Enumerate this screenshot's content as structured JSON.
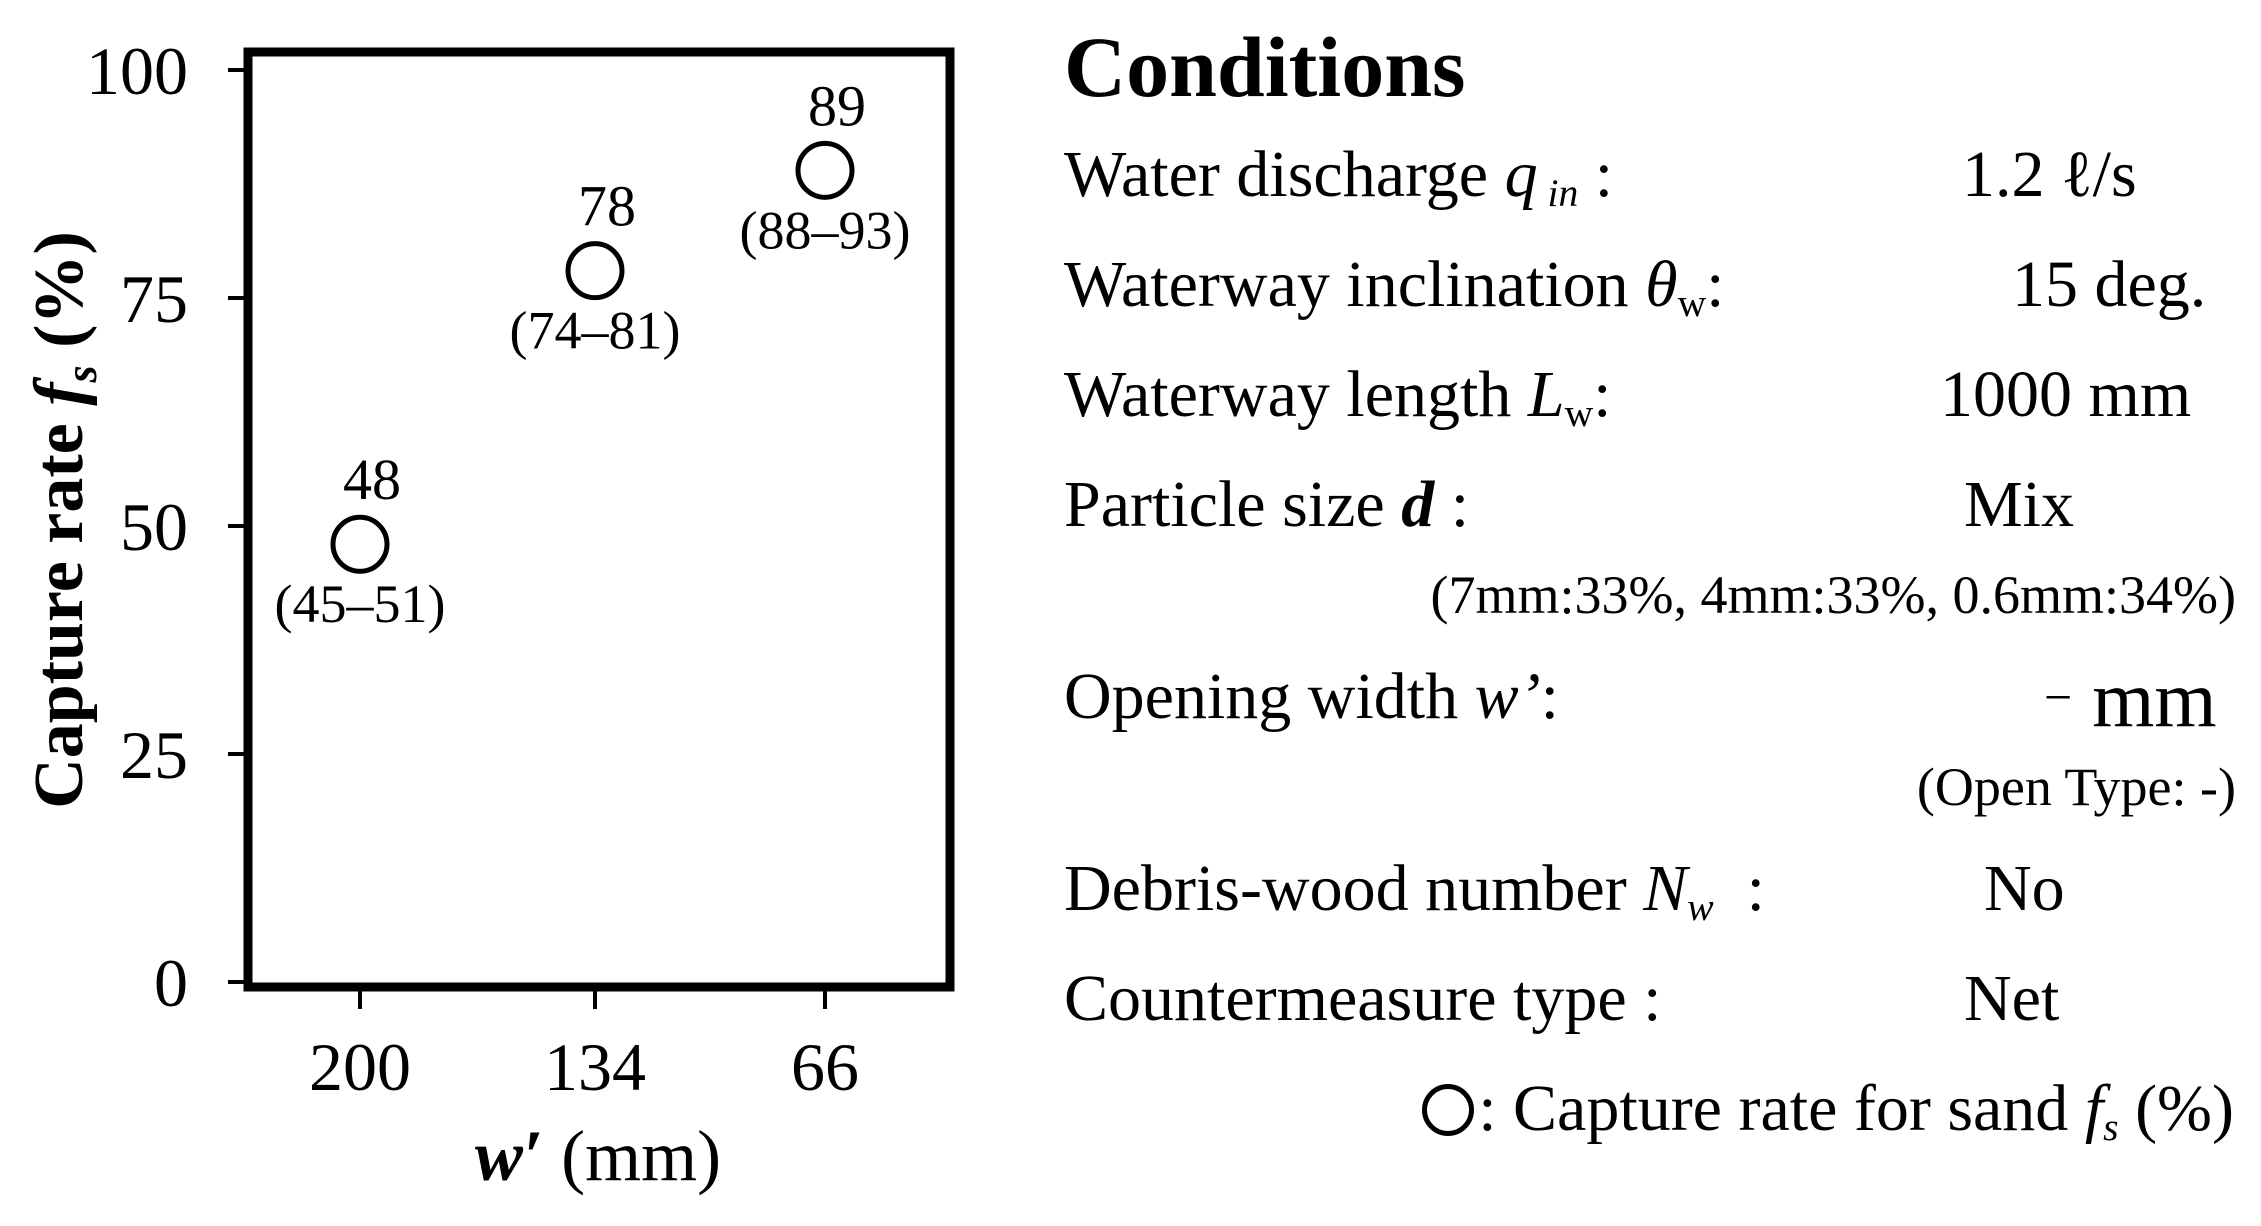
{
  "chart_data": {
    "type": "scatter",
    "categories": [
      "200",
      "134",
      "66"
    ],
    "values": [
      48,
      78,
      89
    ],
    "ranges": [
      "(45–51)",
      "(74–81)",
      "(88–93)"
    ],
    "y_ticks": [
      "0",
      "25",
      "50",
      "75",
      "100"
    ],
    "ylim": [
      0,
      100
    ],
    "ylabel": {
      "prefix": "Capture rate ",
      "var": "f",
      "sub": "s",
      "suffix": " (%)"
    },
    "xlabel": {
      "var": "w′",
      "suffix": " (mm)"
    },
    "grid": false
  },
  "conditions": {
    "title": "Conditions",
    "rows": [
      {
        "label": "Water discharge ",
        "var": "q",
        "sub": " in",
        "colon": " :",
        "value": "1.2 ℓ/s"
      },
      {
        "label": "Waterway inclination ",
        "var": "θ",
        "sub": "w",
        "colon": ":",
        "value": "15 deg."
      },
      {
        "label": "Waterway length ",
        "var": "L",
        "sub": "w",
        "colon": ":",
        "value": "1000 mm"
      },
      {
        "label": "Particle size ",
        "var": "d",
        "colon": " :",
        "value": "Mix"
      },
      {
        "label": "Opening width ",
        "var": "w’",
        "colon": ":",
        "value_dash": "−",
        "value": "mm"
      },
      {
        "label": "Debris-wood number ",
        "var": "N",
        "sub": "w",
        "colon": "  :",
        "value": "No"
      },
      {
        "label": "Countermeasure type :",
        "value": "Net"
      }
    ],
    "particle_note": "(7mm:33%, 4mm:33%, 0.6mm:34%)",
    "opening_note": "(Open Type: -)"
  },
  "legend": {
    "text": ": Capture rate for sand ",
    "var": "f",
    "sub": "s",
    "suffix": " (%)"
  }
}
